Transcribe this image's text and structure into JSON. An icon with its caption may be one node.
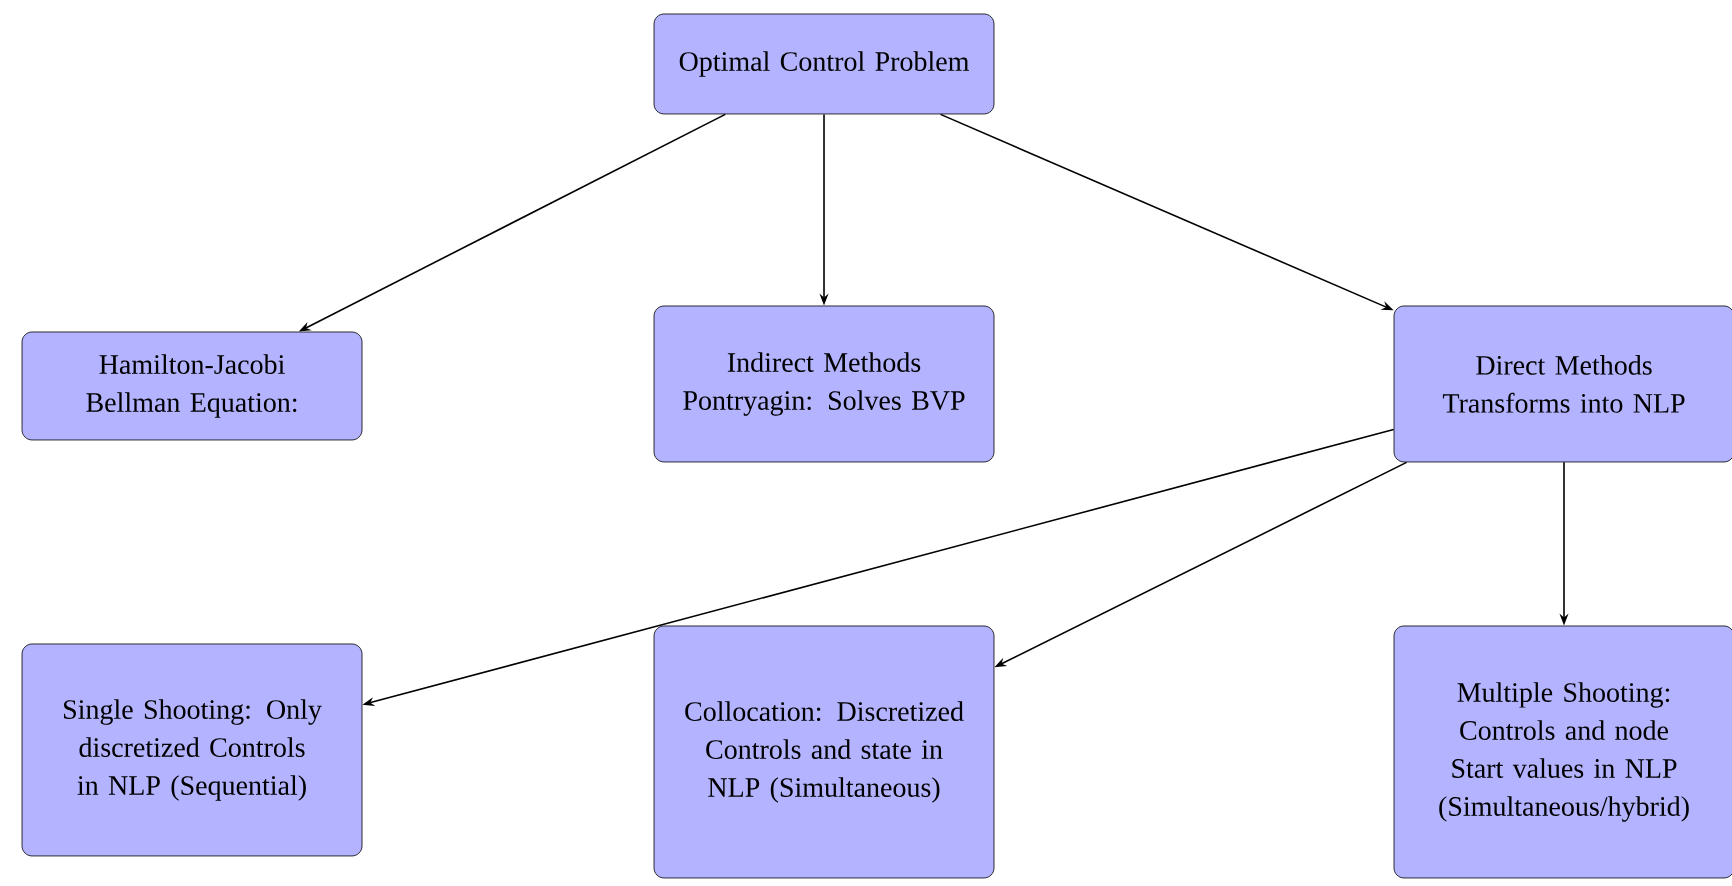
{
  "diagram": {
    "nodes": [
      {
        "text": [
          "Optimal Control Problem"
        ]
      },
      {
        "text": [
          "Hamilton-Jacobi Bellman Equation:"
        ]
      },
      {
        "text": [
          "Indirect Methods Pontryagin: Solves BVP"
        ]
      },
      {
        "text": [
          "Direct Methods Transforms into NLP"
        ]
      },
      {
        "text": [
          "Single Shooting: Only discretized Controls in NLP (Sequential)"
        ]
      },
      {
        "text": [
          "Collocation: Discretized Controls and state in NLP (Simultaneous)"
        ]
      },
      {
        "text": [
          "Multiple Shooting: Controls and node Start values in NLP (Simultaneous/hybrid)"
        ]
      }
    ],
    "edges": [
      {
        "from": 0,
        "to": 1,
        "arrow": "to"
      },
      {
        "from": 0,
        "to": 2,
        "arrow": "to"
      },
      {
        "from": 0,
        "to": 3,
        "arrow": "to"
      },
      {
        "from": 3,
        "to": 4,
        "arrow": "to"
      },
      {
        "from": 3,
        "to": 5,
        "arrow": "to"
      },
      {
        "from": 3,
        "to": 6,
        "arrow": "to"
      }
    ]
  }
}
